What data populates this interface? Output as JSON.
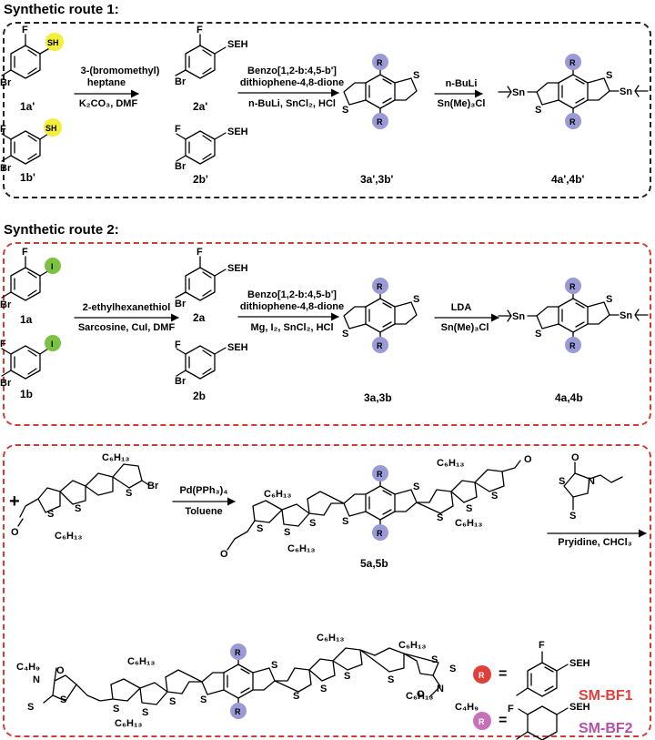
{
  "route1": {
    "title": "Synthetic route 1:",
    "start1": "1a'",
    "start2": "1b'",
    "reagent1_line1": "3-(bromomethyl)",
    "reagent1_line2": "heptane",
    "reagent1_line3": "K₂CO₃, DMF",
    "int1": "2a'",
    "int2": "2b'",
    "reagent2_line1": "Benzo[1,2-b:4,5-b']",
    "reagent2_line2": "dithiophene-4,8-dione",
    "reagent2_line3": "n-BuLi, SnCl₂, HCl",
    "prod1": "3a',3b'",
    "reagent3_line1": "n-BuLi",
    "reagent3_line2": "Sn(Me)₃Cl",
    "prod2": "4a',4b'"
  },
  "route2": {
    "title": "Synthetic route 2:",
    "start1": "1a",
    "start2": "1b",
    "reagent1_line1": "2-ethylhexanethiol",
    "reagent1_line2": "Sarcosine, CuI, DMF",
    "int1": "2a",
    "int2": "2b",
    "reagent2_line1": "Benzo[1,2-b:4,5-b']",
    "reagent2_line2": "dithiophene-4,8-dione",
    "reagent2_line3": "Mg, I₂,  SnCl₂, HCl",
    "prod1": "3a,3b",
    "reagent3_line1": "LDA",
    "reagent3_line2": "Sn(Me)₃Cl",
    "prod2": "4a,4b"
  },
  "route3": {
    "plus": "+",
    "reagent1_line1": "Pd(PPh₃)₄",
    "reagent1_line2": "Toluene",
    "int_label": "5a,5b",
    "reagent2": "Pryidine, CHCl₃",
    "legend1_name": "SM-BF1",
    "legend2_name": "SM-BF2",
    "legend_eq": "="
  },
  "atoms": {
    "F": "F",
    "Br": "Br",
    "SH": "SH",
    "SEH": "SEH",
    "I": "I",
    "R": "R",
    "S": "S",
    "Sn": "Sn",
    "N": "N",
    "O": "O",
    "C6H13": "C₆H₁₃",
    "C4H9": "C₄H₉"
  },
  "colors": {
    "black_box": "#222222",
    "red_box": "#d23a36",
    "sh_circle": "#f2ee3a",
    "i_circle": "#7cc242",
    "r_circle": "#9a9ad6",
    "legend1_circle": "#e0403a",
    "legend2_circle": "#c572b8",
    "legend1_text": "#e0403a",
    "legend2_text": "#b450a8"
  }
}
